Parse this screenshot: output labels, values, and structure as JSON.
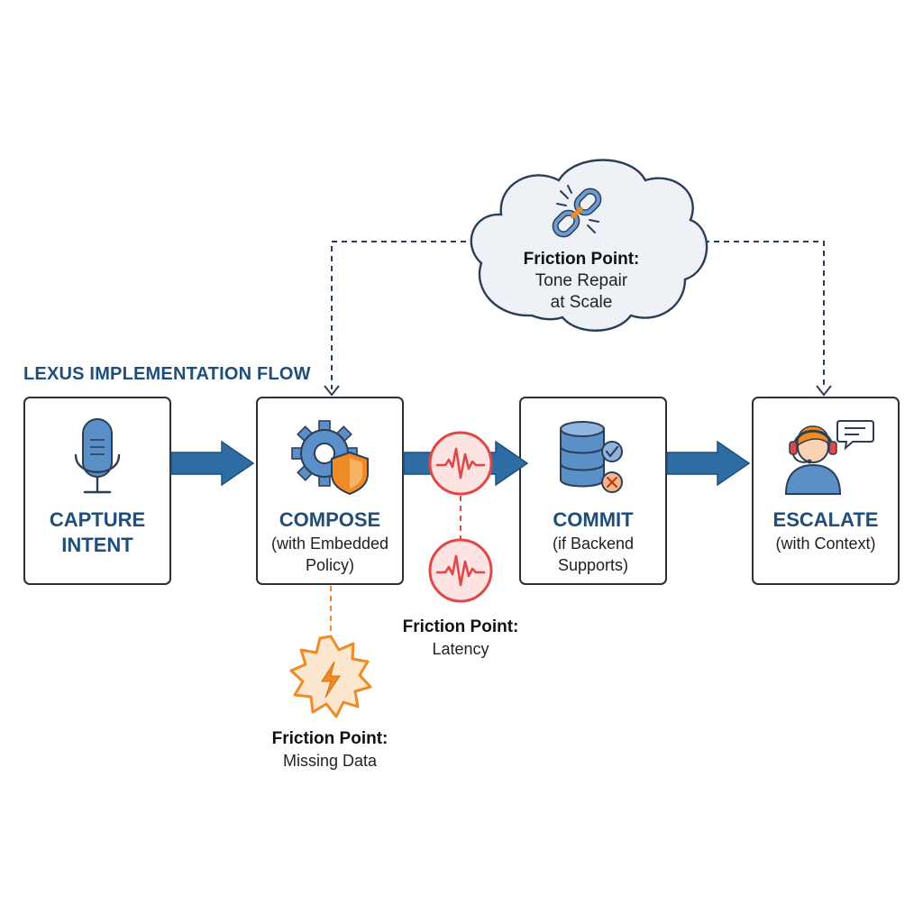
{
  "title": "LEXUS IMPLEMENTATION FLOW",
  "steps": [
    {
      "title_line1": "CAPTURE",
      "title_line2": "INTENT",
      "sub_line1": "",
      "sub_line2": "",
      "icon": "microphone-icon"
    },
    {
      "title_line1": "COMPOSE",
      "title_line2": "",
      "sub_line1": "(with Embedded",
      "sub_line2": "Policy)",
      "icon": "gear-shield-icon"
    },
    {
      "title_line1": "COMMIT",
      "title_line2": "",
      "sub_line1": "(if Backend",
      "sub_line2": "Supports)",
      "icon": "database-icon"
    },
    {
      "title_line1": "ESCALATE",
      "title_line2": "",
      "sub_line1": "(with Context)",
      "sub_line2": "",
      "icon": "support-agent-icon"
    }
  ],
  "friction_points": {
    "tone": {
      "title": "Friction Point:",
      "line1": "Tone Repair",
      "line2": "at Scale",
      "icon": "broken-link-icon"
    },
    "latency": {
      "title": "Friction Point:",
      "line1": "Latency",
      "icon": "waveform-icon"
    },
    "missing": {
      "title": "Friction Point:",
      "line1": "Missing Data",
      "icon": "lightning-burst-icon"
    }
  },
  "colors": {
    "box_border": "#2b2f36",
    "arrow_fill": "#2e6da4",
    "arrow_stroke": "#1f4e7a",
    "heading": "#1f4e7a",
    "icon_blue": "#5b8fc7",
    "icon_orange": "#f08a24",
    "latency_red": "#e04848",
    "dashed_navy": "#2b3e57"
  }
}
